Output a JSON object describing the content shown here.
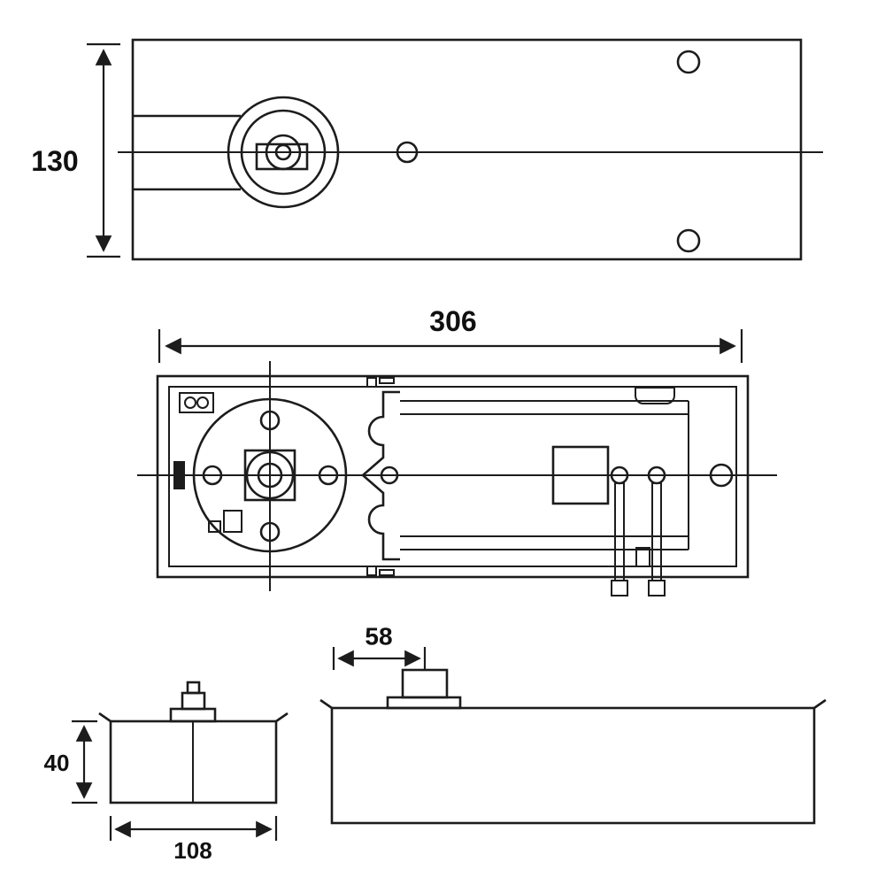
{
  "drawing": {
    "type": "technical-engineering-drawing",
    "subject": "floor-spring door closer, three orthographic views",
    "line_color": "#1c1c1c",
    "background_color": "#ffffff"
  },
  "views": {
    "top_view": {
      "name": "cover-plate top view",
      "height_dimension": "130"
    },
    "plan_view": {
      "name": "internal mechanism plan view",
      "length_dimension": "306"
    },
    "end_view": {
      "name": "end section view",
      "height_dimension": "40",
      "width_dimension": "108"
    },
    "side_view": {
      "name": "side section view",
      "spindle_offset_dimension": "58"
    }
  }
}
